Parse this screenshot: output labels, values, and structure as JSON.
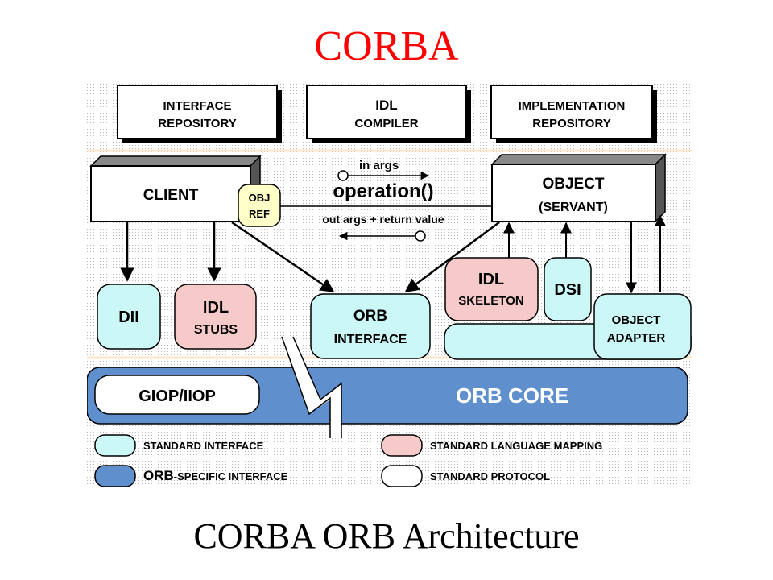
{
  "slide": {
    "title": "CORBA",
    "caption": "CORBA ORB Architecture",
    "colors": {
      "title": "#ff0000",
      "standard_interface": "#ccf7f7",
      "orb_specific": "#5f8fcd",
      "language_mapping": "#f7caca",
      "objref": "#ffffc8"
    }
  },
  "diagram": {
    "interface_repository": [
      "INTERFACE",
      "REPOSITORY"
    ],
    "idl_compiler": [
      "IDL",
      "COMPILER"
    ],
    "implementation_repository": [
      "IMPLEMENTATION",
      "REPOSITORY"
    ],
    "client": "CLIENT",
    "obj_ref": [
      "OBJ",
      "REF"
    ],
    "in_args": "in args",
    "operation": "operation()",
    "out_args": "out args + return value",
    "object": "OBJECT",
    "servant": "(SERVANT)",
    "dii": "DII",
    "idl_stubs": [
      "IDL",
      "STUBS"
    ],
    "orb_interface": [
      "ORB",
      "INTERFACE"
    ],
    "idl_skeleton": [
      "IDL",
      "SKELETON"
    ],
    "dsi": "DSI",
    "object_adapter": [
      "OBJECT",
      "ADAPTER"
    ],
    "giop_iiop": "GIOP/IIOP",
    "orb_core": "ORB CORE"
  },
  "legend": {
    "standard_interface": "STANDARD INTERFACE",
    "orb_specific_prefix": "ORB",
    "orb_specific_suffix": "-SPECIFIC INTERFACE",
    "standard_language_mapping": "STANDARD LANGUAGE MAPPING",
    "standard_protocol": "STANDARD PROTOCOL"
  }
}
